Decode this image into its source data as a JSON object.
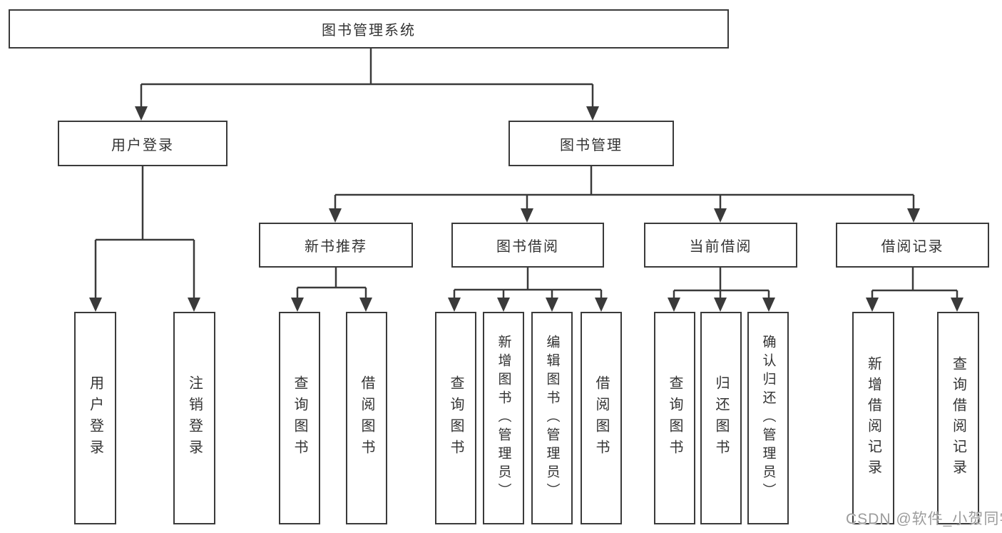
{
  "tree": {
    "label": "图书管理系统",
    "children": [
      {
        "label": "用户登录",
        "children": [
          {
            "label": "用户登录"
          },
          {
            "label": "注销登录"
          }
        ]
      },
      {
        "label": "图书管理",
        "children": [
          {
            "label": "新书推荐",
            "children": [
              {
                "label": "查询图书"
              },
              {
                "label": "借阅图书"
              }
            ]
          },
          {
            "label": "图书借阅",
            "children": [
              {
                "label": "查询图书"
              },
              {
                "label": "新增图书（管理员）"
              },
              {
                "label": "编辑图书（管理员）"
              },
              {
                "label": "借阅图书"
              }
            ]
          },
          {
            "label": "当前借阅",
            "children": [
              {
                "label": "查询图书"
              },
              {
                "label": "归还图书"
              },
              {
                "label": "确认归还（管理员）"
              }
            ]
          },
          {
            "label": "借阅记录",
            "children": [
              {
                "label": "新增借阅记录"
              },
              {
                "label": "查询借阅记录"
              }
            ]
          }
        ]
      }
    ]
  },
  "watermark": {
    "text": "CSDN @软件_小贺同学"
  },
  "colors": {
    "line": "#3a3a3a",
    "text": "#333333",
    "background": "#ffffff",
    "watermark": "#9c9c9c"
  }
}
